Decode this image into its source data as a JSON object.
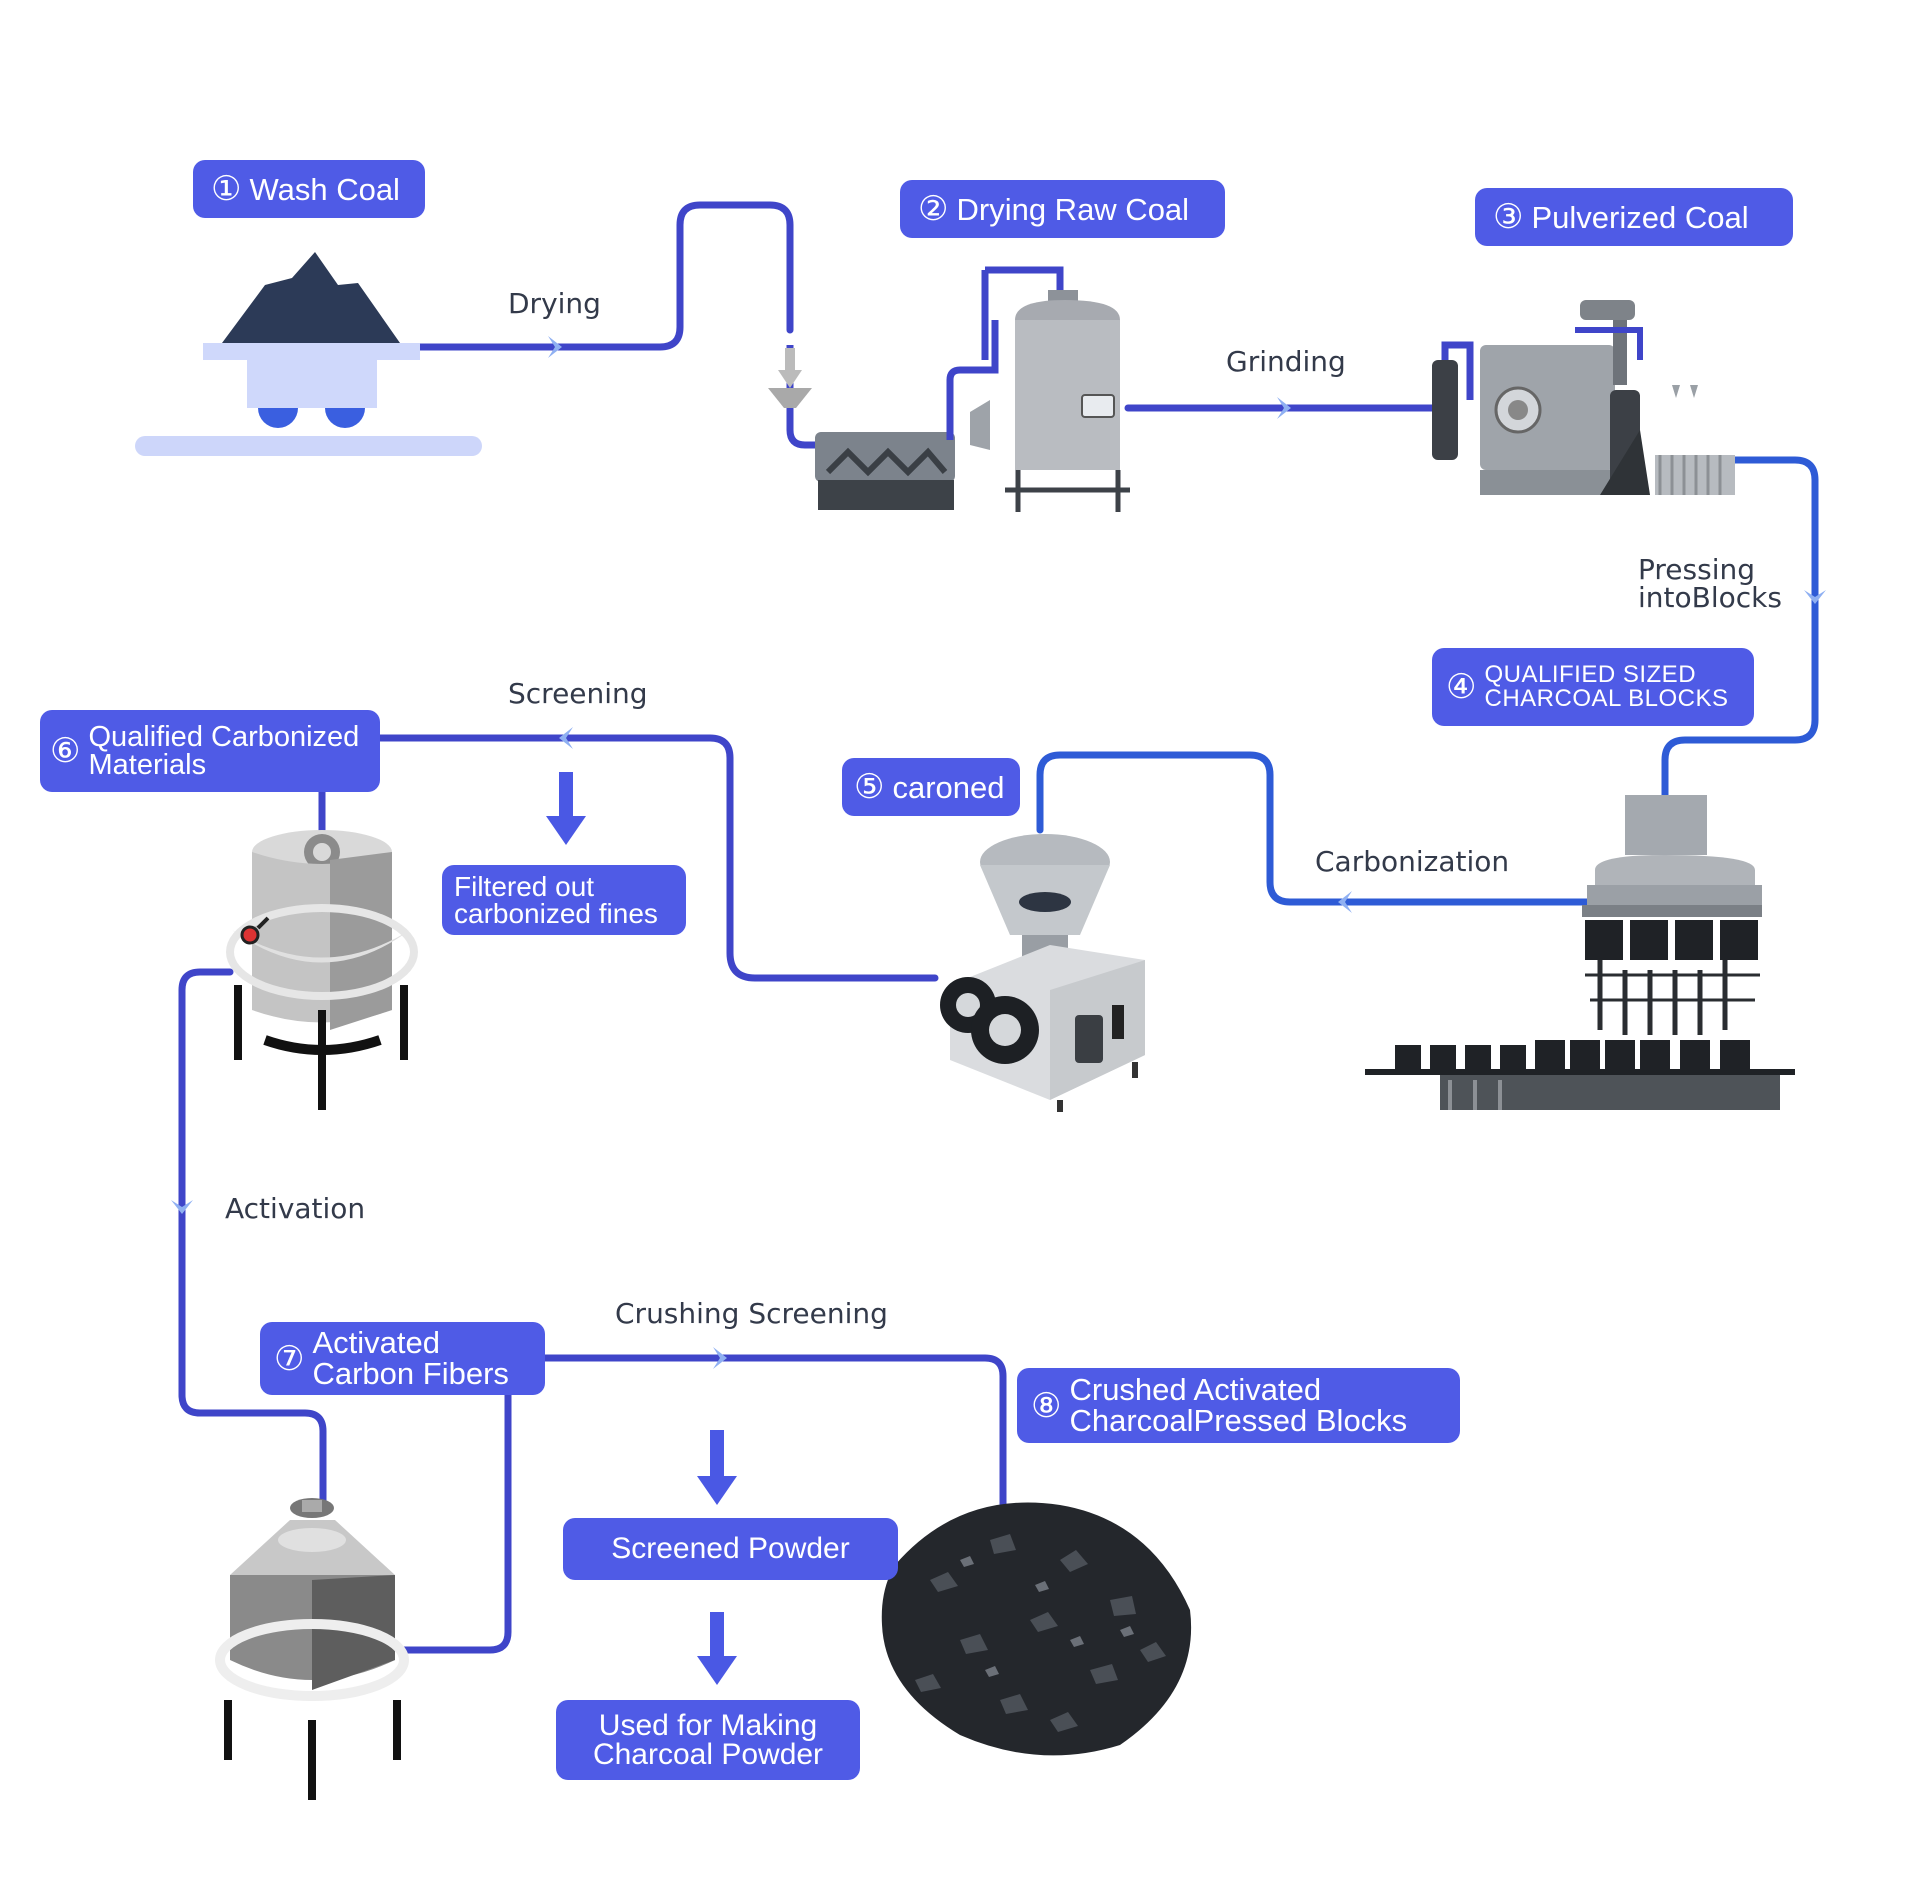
{
  "colors": {
    "flow_line": "#3f45c9",
    "flow_line_alt": "#2e5bd6",
    "label_bg": "#4f5be6",
    "arrow_chevron": "#8fb0f2",
    "down_arrow": "#4a58e4"
  },
  "steps": [
    {
      "num": "①",
      "label": "Wash Coal"
    },
    {
      "num": "②",
      "label": "Drying Raw Coal"
    },
    {
      "num": "③",
      "label": "Pulverized Coal"
    },
    {
      "num": "④",
      "label": "QUALIFIED  SIZED\nCHARCOAL  BLOCKS"
    },
    {
      "num": "⑤",
      "label": "caroned"
    },
    {
      "num": "⑥",
      "label": "Qualified Carbonized\nMaterials"
    },
    {
      "num": "⑦",
      "label": "Activated\nCarbon Fibers"
    },
    {
      "num": "⑧",
      "label": "Crushed Activated\nCharcoalPressed Blocks"
    }
  ],
  "edges": {
    "drying": "Drying",
    "grinding": "Grinding",
    "pressing": "Pressing\nintoBlocks",
    "carbonization": "Carbonization",
    "screening": "Screening",
    "activation": "Activation",
    "crushing": "Crushing Screening"
  },
  "notes": {
    "filtered": "Filtered out\ncarbonized fines",
    "screened_powder": "Screened Powder",
    "used_for": "Used for Making\nCharcoal Powder"
  },
  "icons": {
    "wash": "coal-cart-icon",
    "dryer": "drying-machine-icon",
    "pulverizer": "pulverizer-machine-icon",
    "press": "block-press-machine-icon",
    "hopper": "carbonizer-hopper-machine-icon",
    "tank": "storage-tank-icon",
    "kiln": "activation-kiln-icon",
    "pile": "activated-charcoal-pile-icon"
  }
}
